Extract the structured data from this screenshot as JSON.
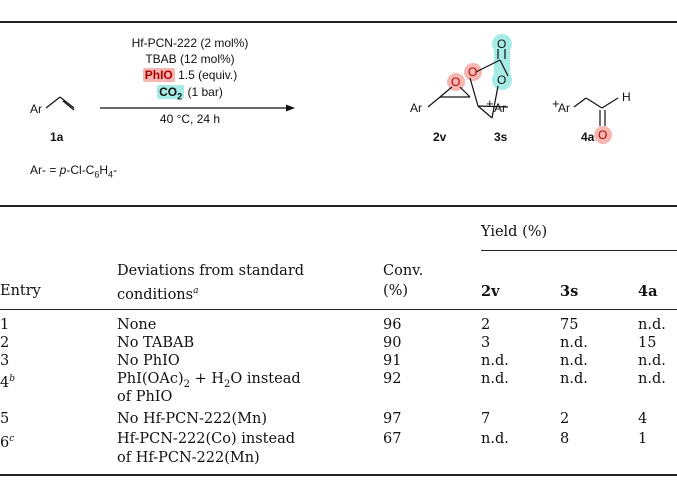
{
  "scheme": {
    "reactant_group": "Ar",
    "reactant_label": "1a",
    "conditions": {
      "catalyst": "Hf-PCN-222 (2 mol%)",
      "additive": "TBAB (12 mol%)",
      "oxidant_name": "PhIO",
      "oxidant_amount": "1.5 (equiv.)",
      "gas_name": "CO",
      "gas_sub": "2",
      "gas_pressure": "(1 bar)",
      "temp_time": "40 °C, 24 h"
    },
    "products": [
      {
        "label": "2v",
        "group": "Ar"
      },
      {
        "label": "3s",
        "group": "Ar"
      },
      {
        "label": "4a",
        "group": "Ar"
      }
    ],
    "plus": "+",
    "aldehyde_h": "H",
    "atom_o": "O",
    "ar_definition": {
      "prefix": "Ar- = ",
      "italic": "p",
      "rest": "-Cl-C",
      "sub1": "6",
      "mid": "H",
      "sub2": "4",
      "end": "-"
    },
    "colors": {
      "red_highlight": "#f6b7b3",
      "green_highlight": "#a7ebe6",
      "oxidant_text": "#b00000"
    }
  },
  "table": {
    "headers": {
      "entry": "Entry",
      "deviations_line1": "Deviations from standard",
      "deviations_line2": "conditions",
      "deviations_sup": "a",
      "conv_line1": "Conv.",
      "conv_line2": "(%)",
      "yield": "Yield (%)",
      "col_2v": "2v",
      "col_3s": "3s",
      "col_4a": "4a"
    },
    "rows": [
      {
        "entry": "1",
        "sup": "",
        "dev1": "None",
        "dev2": "",
        "conv": "96",
        "y2v": "2",
        "y3s": "75",
        "y4a": "n.d."
      },
      {
        "entry": "2",
        "sup": "",
        "dev1": "No TABAB",
        "dev2": "",
        "conv": "90",
        "y2v": "3",
        "y3s": "n.d.",
        "y4a": "15"
      },
      {
        "entry": "3",
        "sup": "",
        "dev1": "No PhIO",
        "dev2": "",
        "conv": "91",
        "y2v": "n.d.",
        "y3s": "n.d.",
        "y4a": "n.d."
      },
      {
        "entry": "4",
        "sup": "b",
        "dev1": "PhI(OAc)",
        "dev1_sub": "2",
        "dev1_mid": " + H",
        "dev1_sub2": "2",
        "dev1_end": "O instead",
        "dev2": "of PhIO",
        "conv": "92",
        "y2v": "n.d.",
        "y3s": "n.d.",
        "y4a": "n.d."
      },
      {
        "entry": "5",
        "sup": "",
        "dev1": "No Hf-PCN-222(Mn)",
        "dev2": "",
        "conv": "97",
        "y2v": "7",
        "y3s": "2",
        "y4a": "4"
      },
      {
        "entry": "6",
        "sup": "c",
        "dev1": "Hf-PCN-222(Co) instead",
        "dev2": "of Hf-PCN-222(Mn)",
        "conv": "67",
        "y2v": "n.d.",
        "y3s": "8",
        "y4a": "1"
      }
    ]
  }
}
